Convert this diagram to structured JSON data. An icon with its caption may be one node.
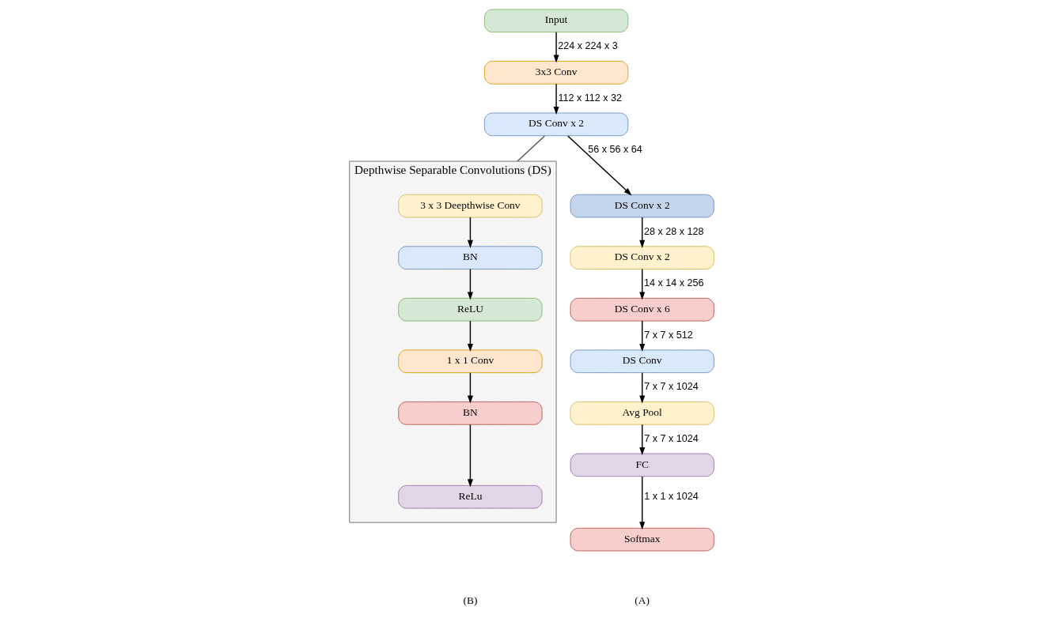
{
  "diagram": {
    "nodes": [
      {
        "text": [
          "Input"
        ]
      },
      {
        "text": [
          "3x3 Conv"
        ]
      },
      {
        "text": [
          "DS Conv x 2"
        ]
      },
      {
        "text": [
          "DS Conv x 2"
        ]
      },
      {
        "text": [
          "DS Conv x 2"
        ]
      },
      {
        "text": [
          "DS Conv x 6"
        ]
      },
      {
        "text": [
          "DS Conv"
        ]
      },
      {
        "text": [
          "Avg Pool"
        ]
      },
      {
        "text": [
          "FC"
        ]
      },
      {
        "text": [
          "Softmax"
        ]
      },
      {
        "text": [
          "Depthwise Separable Convolutions (DS)"
        ]
      },
      {
        "text": [
          "3 x 3 Deepthwise Conv"
        ],
        "in": 10
      },
      {
        "text": [
          "BN"
        ],
        "in": 10
      },
      {
        "text": [
          "ReLU"
        ],
        "in": 10
      },
      {
        "text": [
          "1 x 1 Conv"
        ],
        "in": 10
      },
      {
        "text": [
          "BN"
        ],
        "in": 10
      },
      {
        "text": [
          "ReLu"
        ],
        "in": 10
      }
    ],
    "edges": [
      {
        "from": 0,
        "to": 1,
        "arrow": "to",
        "label": "224 x 224 x 3"
      },
      {
        "from": 1,
        "to": 2,
        "arrow": "to",
        "label": "112 x 112 x 32"
      },
      {
        "from": 2,
        "to": 3,
        "arrow": "to",
        "label": "56 x 56 x 64"
      },
      {
        "from": 3,
        "to": 4,
        "arrow": "to",
        "label": "28 x 28 x 128"
      },
      {
        "from": 4,
        "to": 5,
        "arrow": "to",
        "label": "14 x 14 x 256"
      },
      {
        "from": 5,
        "to": 6,
        "arrow": "to",
        "label": "7 x 7 x 512"
      },
      {
        "from": 6,
        "to": 7,
        "arrow": "to",
        "label": "7 x 7 x 1024"
      },
      {
        "from": 7,
        "to": 8,
        "arrow": "to",
        "label": "7 x 7 x 1024"
      },
      {
        "from": 8,
        "to": 9,
        "arrow": "to",
        "label": "1 x 1 x 1024"
      },
      {
        "from": 2,
        "to": 10,
        "arrow": "none",
        "color": "#555555"
      },
      {
        "from": 11,
        "to": 12,
        "arrow": "to"
      },
      {
        "from": 12,
        "to": 13,
        "arrow": "to"
      },
      {
        "from": 13,
        "to": 14,
        "arrow": "to"
      },
      {
        "from": 14,
        "to": 15,
        "arrow": "to"
      },
      {
        "from": 15,
        "to": 16,
        "arrow": "to"
      }
    ],
    "labels": [
      "(A)",
      "(B)"
    ]
  }
}
